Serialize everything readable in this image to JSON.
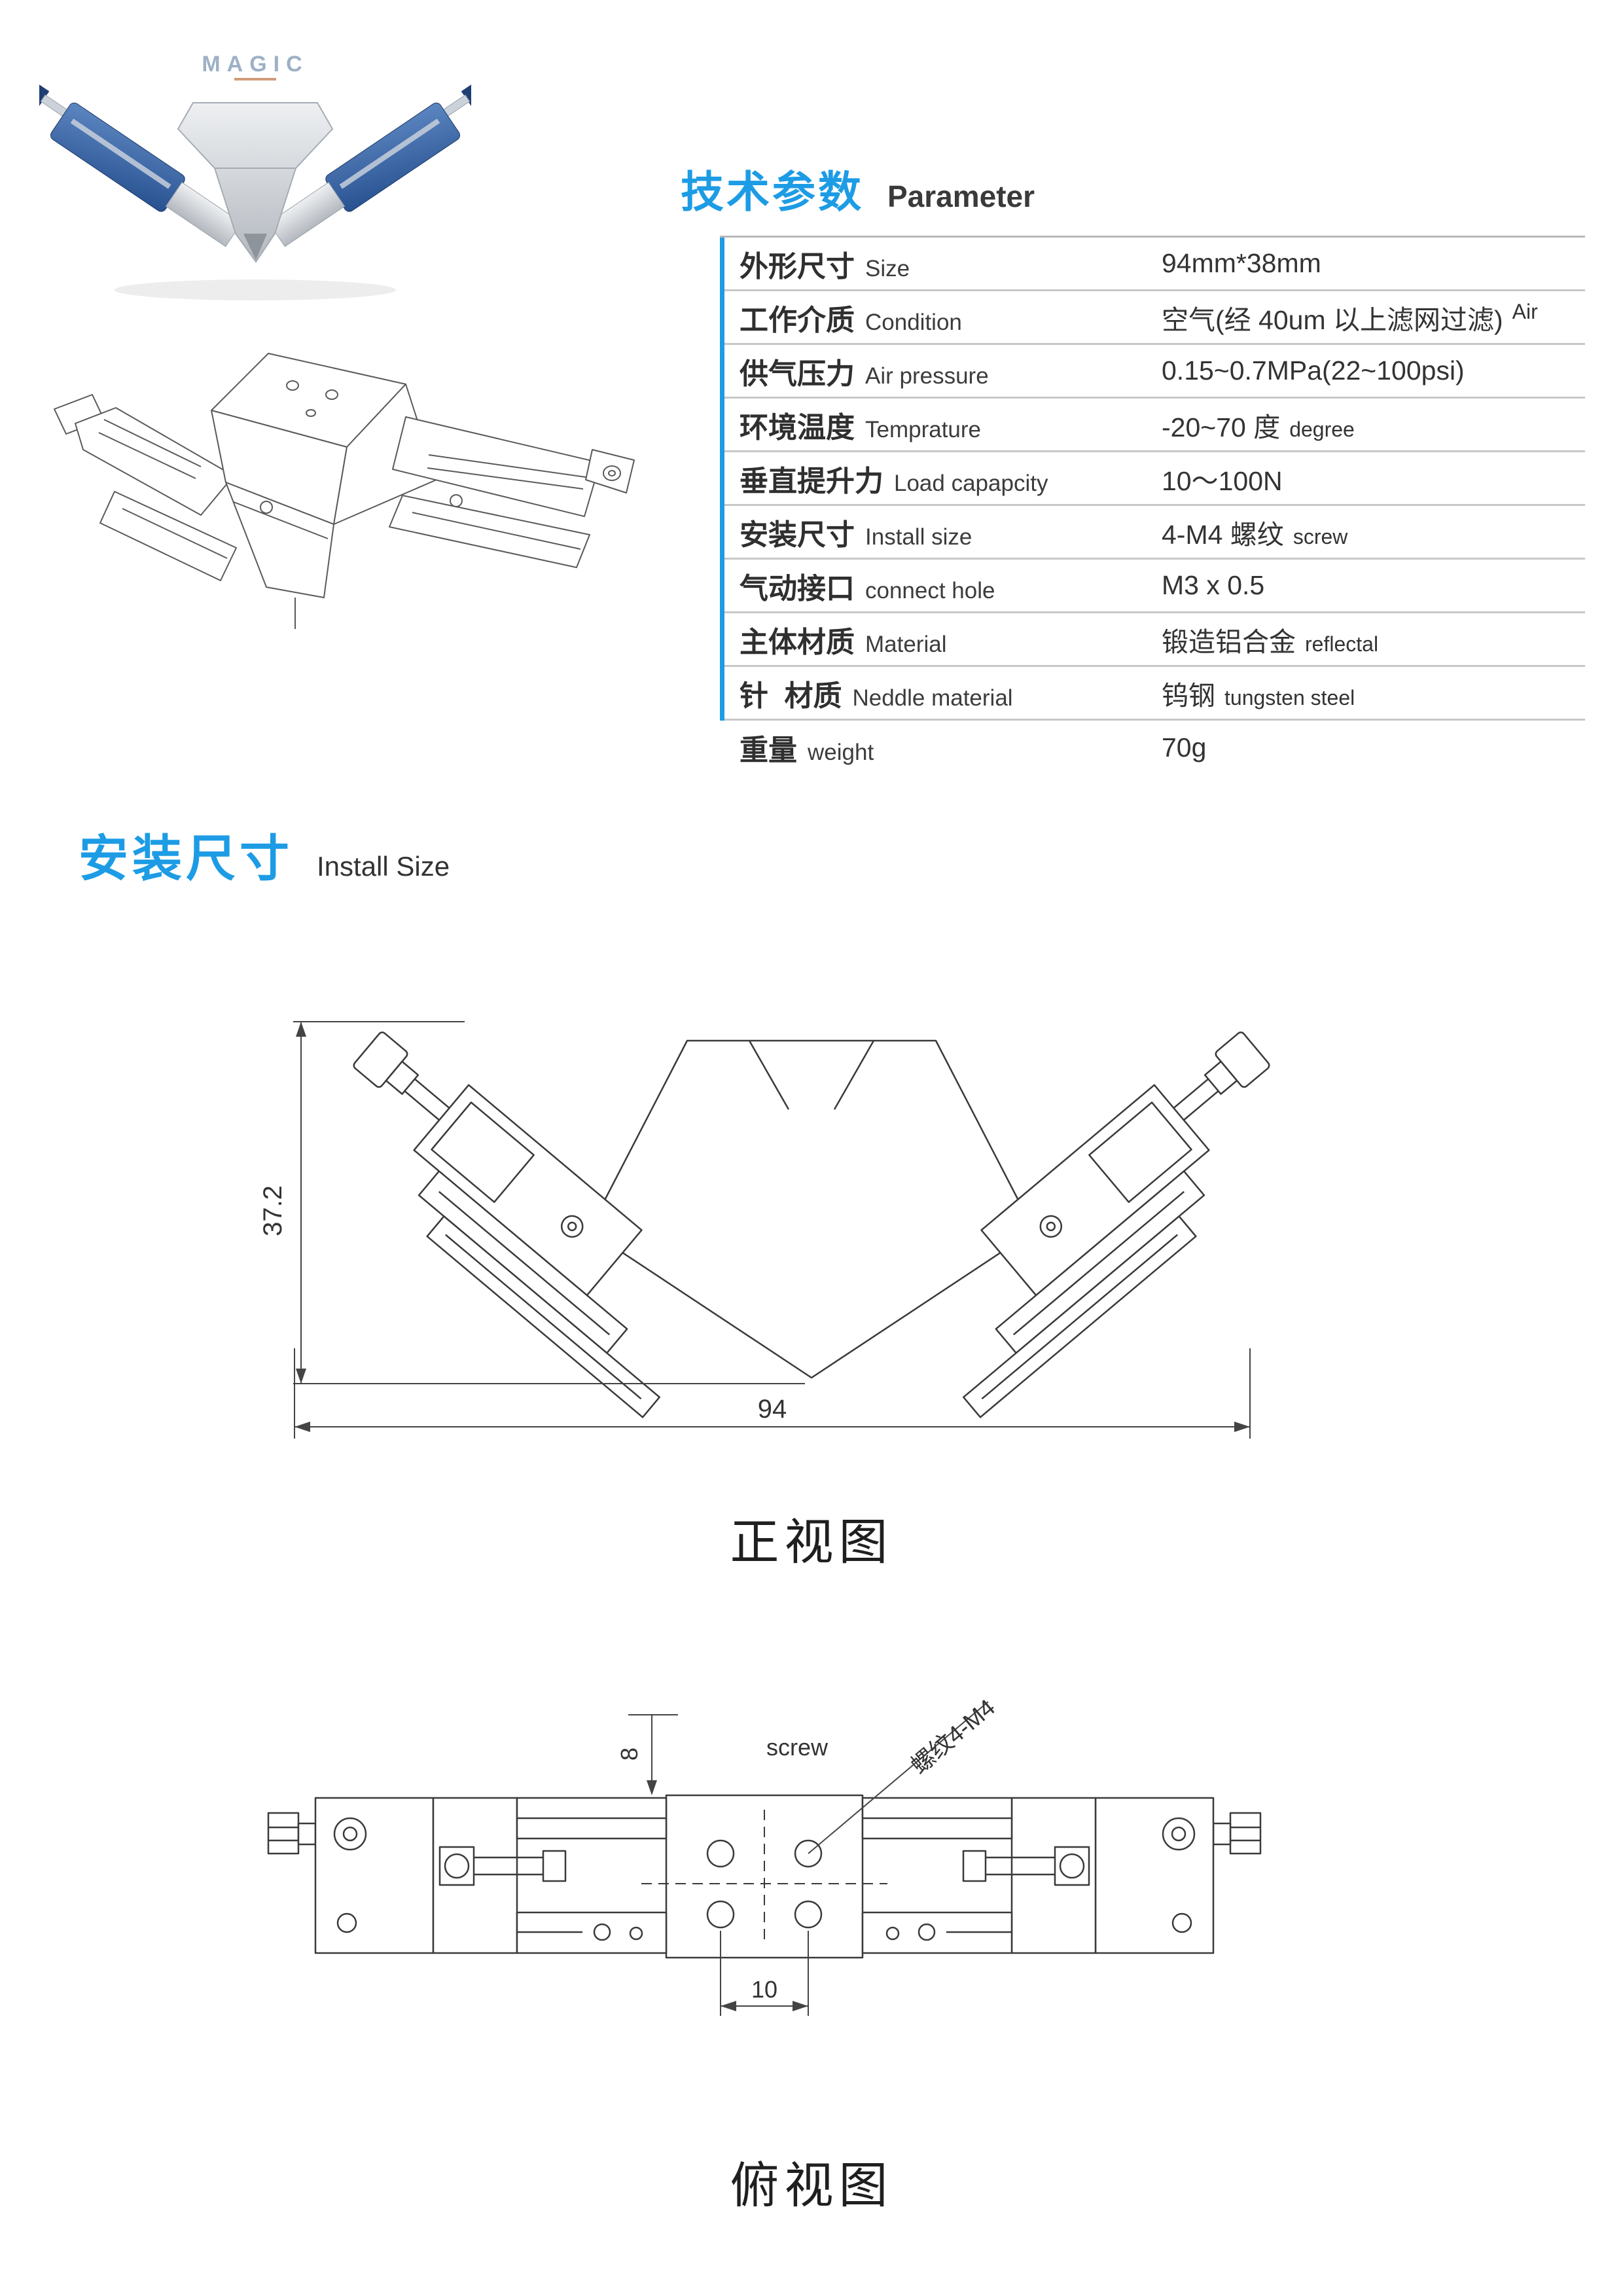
{
  "colors": {
    "accent": "#1d9ce5"
  },
  "brand": {
    "name": "MAGIC"
  },
  "parameters": {
    "title_zh": "技术参数",
    "title_en": "Parameter",
    "rows": [
      {
        "zh": "外形尺寸",
        "en": "Size",
        "value": "94mm*38mm",
        "suffix": ""
      },
      {
        "zh": "工作介质",
        "en": "Condition",
        "value": "空气(经 40um 以上滤网过滤)",
        "suffix": "Air"
      },
      {
        "zh": "供气压力",
        "en": "Air pressure",
        "value": "0.15~0.7MPa(22~100psi)",
        "suffix": ""
      },
      {
        "zh": "环境温度",
        "en": "Temprature",
        "value": "-20~70 度",
        "suffix": "degree"
      },
      {
        "zh": "垂直提升力",
        "en": "Load capapcity",
        "value": "10～100N",
        "suffix": ""
      },
      {
        "zh": "安装尺寸",
        "en": "Install size",
        "value": "4-M4 螺纹",
        "suffix": "screw"
      },
      {
        "zh": "气动接口",
        "en": "connect hole",
        "value": "M3 x 0.5",
        "suffix": ""
      },
      {
        "zh": "主体材质",
        "en": "Material",
        "value": "锻造铝合金",
        "suffix": "reflectal"
      },
      {
        "zh": "针  材质",
        "en": "Neddle material",
        "value": "钨钢",
        "suffix": "tungsten steel"
      },
      {
        "zh": "重量",
        "en": "weight",
        "value": "70g",
        "suffix": ""
      }
    ]
  },
  "install": {
    "title_zh": "安装尺寸",
    "title_en": "Install Size",
    "front_view": {
      "dim_height": "37.2",
      "dim_width": "94",
      "caption": "正视图"
    },
    "top_view": {
      "dim_top": "8",
      "dim_bottom": "10",
      "screw_en": "screw",
      "thread_label": "螺纹4-M4",
      "caption": "俯视图"
    }
  }
}
